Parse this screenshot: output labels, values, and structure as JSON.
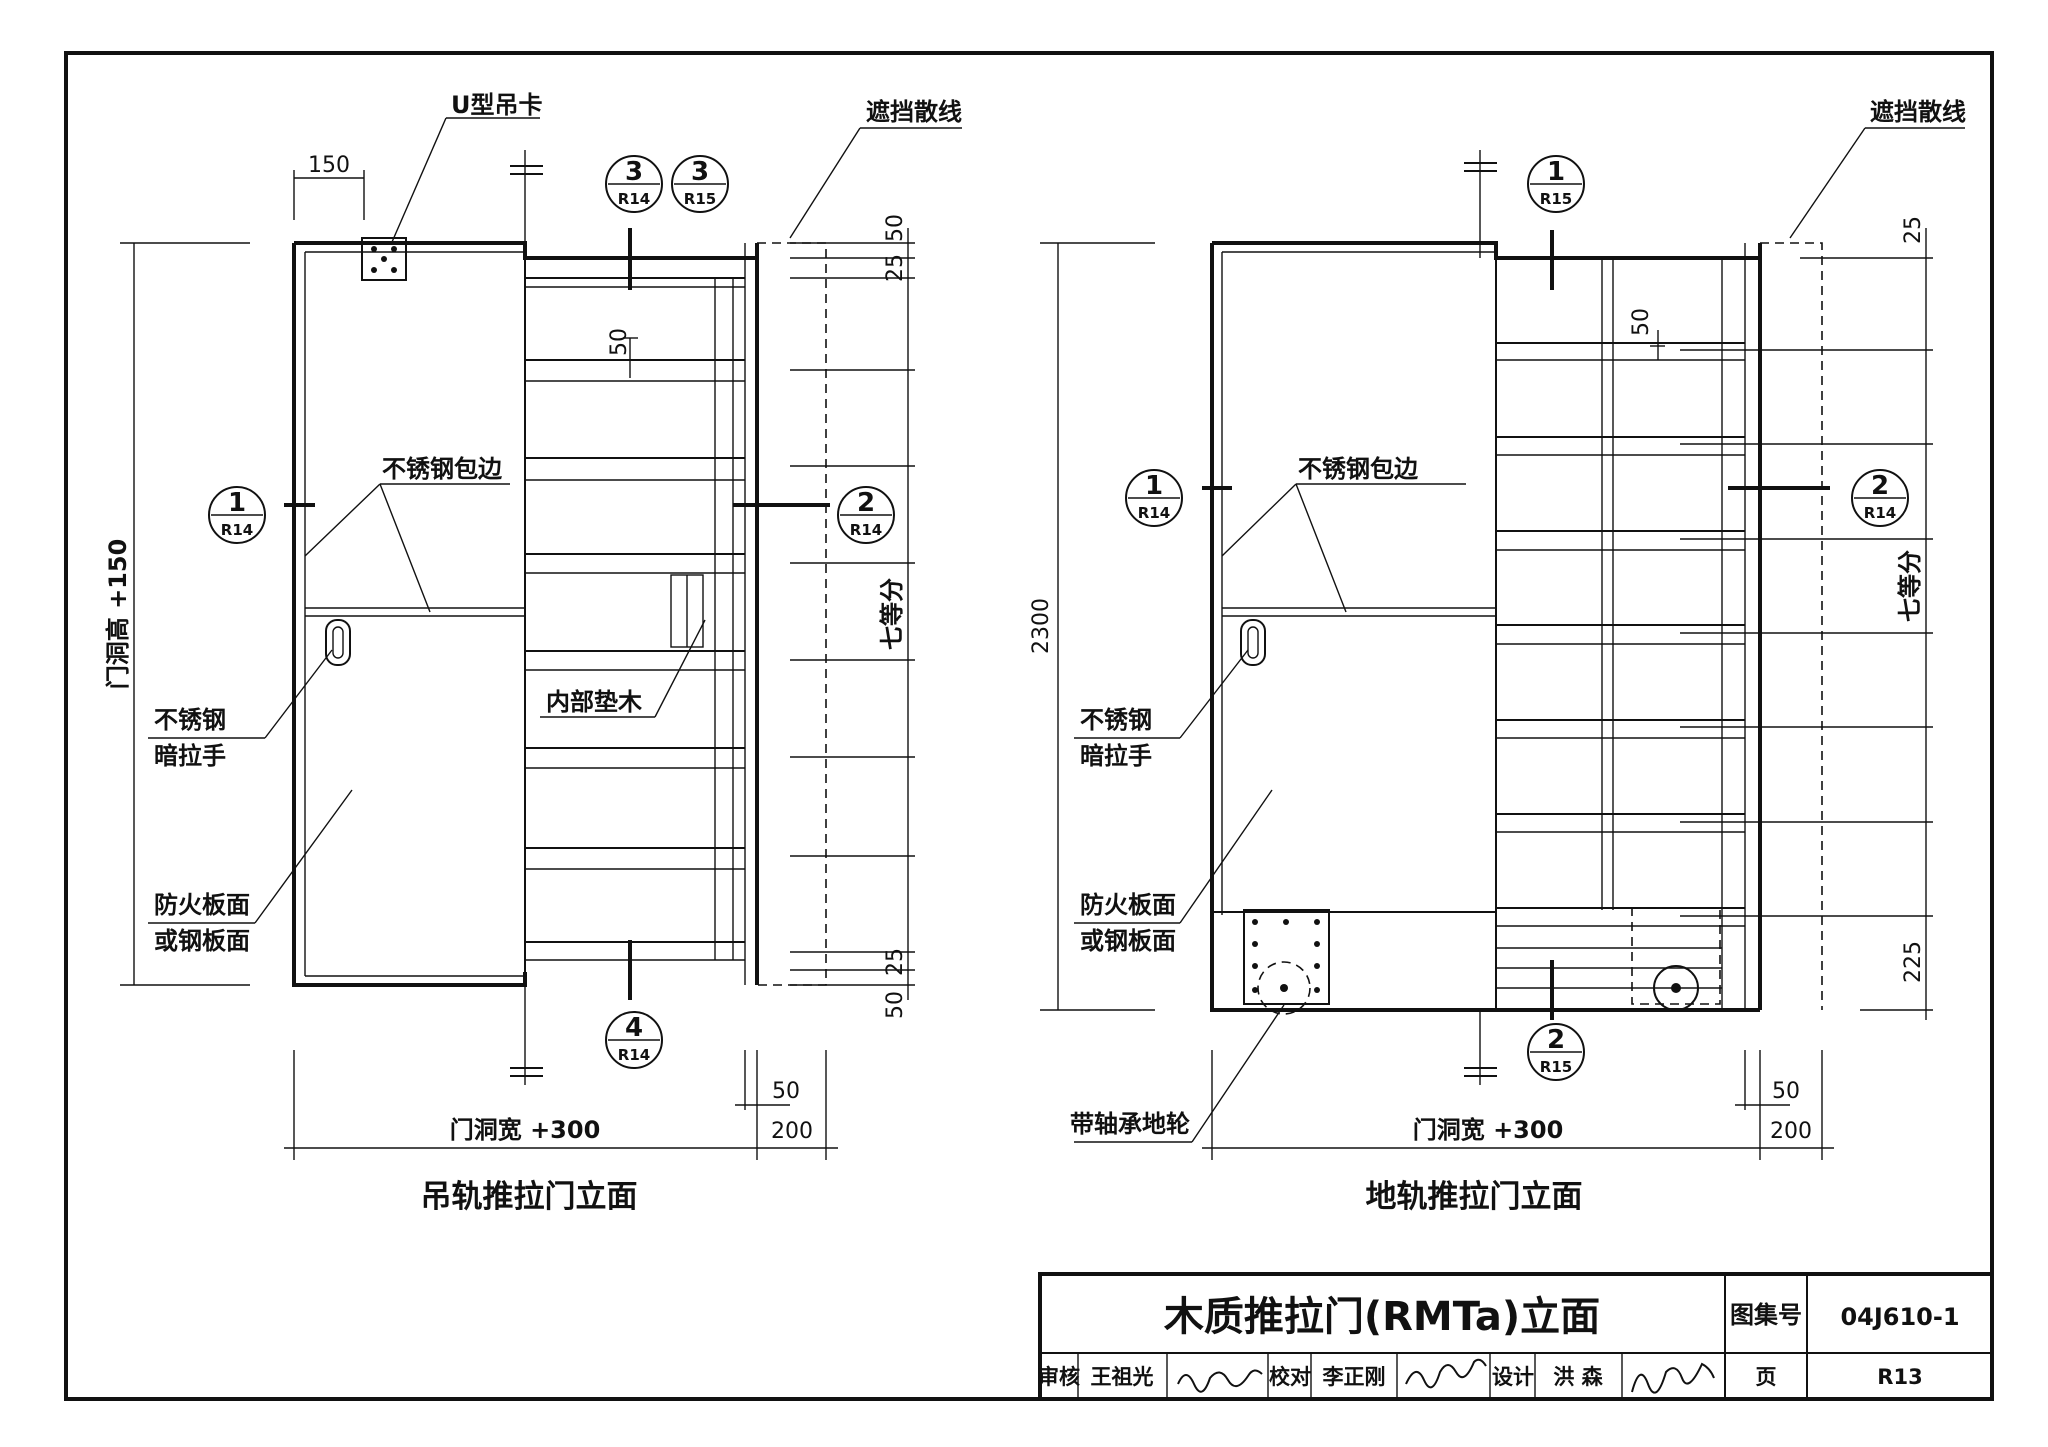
{
  "left": {
    "caption": "吊轨推拉门立面",
    "callouts": {
      "u_clip": "U型吊卡",
      "cover": "遮挡散线",
      "edge": "不锈钢包边",
      "handle_1": "不锈钢",
      "handle_2": "暗拉手",
      "panel_1": "防火板面",
      "panel_2": "或钢板面",
      "block": "内部垫木"
    },
    "dims": {
      "top_150": "150",
      "height": "门洞高 +150",
      "seven_equal": "七等分",
      "d50_top": "50",
      "d25_top": "25",
      "d50_inner": "50",
      "d25_bot": "25",
      "d50_bot": "50",
      "width": "门洞宽 +300",
      "d50_r": "50",
      "d200_r": "200"
    },
    "refs": [
      {
        "num": "3",
        "sheet": "R14"
      },
      {
        "num": "3",
        "sheet": "R15"
      },
      {
        "num": "1",
        "sheet": "R14"
      },
      {
        "num": "2",
        "sheet": "R14"
      },
      {
        "num": "4",
        "sheet": "R14"
      }
    ]
  },
  "right": {
    "caption": "地轨推拉门立面",
    "callouts": {
      "cover": "遮挡散线",
      "edge": "不锈钢包边",
      "handle_1": "不锈钢",
      "handle_2": "暗拉手",
      "panel_1": "防火板面",
      "panel_2": "或钢板面",
      "wheel": "带轴承地轮"
    },
    "dims": {
      "height": "2300",
      "seven_equal": "七等分",
      "d25_top": "25",
      "d50_inner": "50",
      "d225": "225",
      "width": "门洞宽 +300",
      "d50_r": "50",
      "d200_r": "200"
    },
    "refs": [
      {
        "num": "1",
        "sheet": "R15"
      },
      {
        "num": "1",
        "sheet": "R14"
      },
      {
        "num": "2",
        "sheet": "R14"
      },
      {
        "num": "2",
        "sheet": "R15"
      }
    ]
  },
  "title_block": {
    "title": "木质推拉门(RMTa)立面",
    "atlas_label": "图集号",
    "atlas_no": "04J610-1",
    "page_label": "页",
    "page_no": "R13",
    "review_label": "审核",
    "reviewer": "王祖光",
    "check_label": "校对",
    "checker": "李正刚",
    "design_label": "设计",
    "designer": "洪 森"
  }
}
